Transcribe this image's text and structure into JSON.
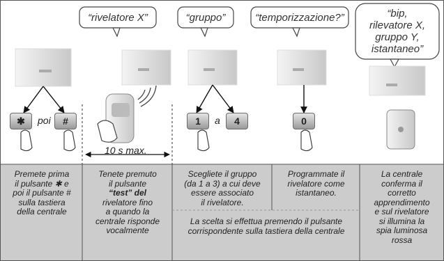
{
  "bubbles": {
    "step2": "“rivelatore X”",
    "step3": "“gruppo”",
    "step4": "“temporizzazione?”",
    "step5_lines": [
      "“bip,",
      "rilevatore X,",
      "gruppo Y,",
      "istantaneo”"
    ]
  },
  "keys": {
    "star": "✱",
    "hash": "#",
    "one": "1",
    "four": "4",
    "zero": "0"
  },
  "words": {
    "poi": "poi",
    "a": "a",
    "timer": "10 s max."
  },
  "captions": {
    "step1": [
      "Premete prima",
      "il pulsante ✱ e",
      "poi il pulsante #",
      "sulla tastiera",
      "della centrale"
    ],
    "step2": [
      "Tenete premuto",
      "il pulsante",
      "“test” del",
      "rivelatore fino",
      "a quando la",
      "centrale risponde",
      "vocalmente"
    ],
    "step3": [
      "Scegliete il gruppo",
      "(da 1 a 3) a cui deve",
      "essere associato",
      "il rivelatore."
    ],
    "step4": [
      "Programmate il",
      "rivelatore come",
      "istantaneo."
    ],
    "step5": [
      "La centrale",
      "conferma il",
      "corretto",
      "apprendimento",
      "e sul rivelatore",
      "si illumina la",
      "spia luminosa",
      "rossa"
    ],
    "shared": [
      "La scelta si effettua premendo il pulsante",
      "corrispondente sulla tastiera della centrale"
    ]
  },
  "colors": {
    "caption_bg": "#cccccc",
    "border": "#555555",
    "key": "#b5b5b5"
  }
}
